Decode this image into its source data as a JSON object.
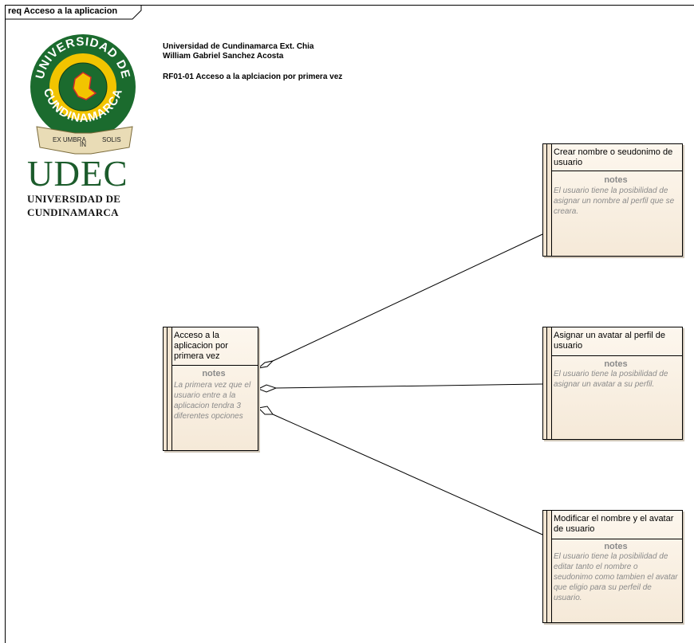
{
  "frame": {
    "label": "req Acceso a la aplicacion"
  },
  "header": {
    "line1": "Universidad de Cundinamarca Ext. Chia",
    "line2": "William Gabriel Sanchez Acosta",
    "line3": "RF01-01 Acceso a la aplciacion por primera vez"
  },
  "logo": {
    "ring_top": "UNIVERSIDAD DE",
    "ring_bottom": "CUNDINAMARCA",
    "ribbon_left": "EX UMBRA",
    "ribbon_mid": "IN",
    "ribbon_right": "SOLIS",
    "wordmark": "UDEC",
    "subtitle_1": "UNIVERSIDAD DE",
    "subtitle_2": "CUNDINAMARCA",
    "colors": {
      "green": "#1b6b2e",
      "yellow": "#f2c400",
      "gold": "#c9a24a"
    }
  },
  "requirements": {
    "acceso": {
      "title": "Acceso a la aplicacion por primera vez",
      "notes_label": "notes",
      "notes": "La primera vez que el usuario entre a la aplicacion tendra 3 diferentes opciones"
    },
    "crear": {
      "title": "Crear nombre o seudonimo de usuario",
      "notes_label": "notes",
      "notes": "El usuario tiene la posibilidad de asignar un nombre al perfil que se creara."
    },
    "avatar": {
      "title": "Asignar un avatar al perfil de usuario",
      "notes_label": "notes",
      "notes": "El usuario tiene la posibilidad de asignar un avatar a su perfil."
    },
    "modificar": {
      "title": "Modificar el nombre y el avatar de usuario",
      "notes_label": "notes",
      "notes": "El usuario tiene la posibilidad de editar tanto el nombre o seudonimo como tambien el avatar que eligio para su perfeil de usuario."
    }
  },
  "connectors": [
    {
      "from": "acceso",
      "to": "crear",
      "type": "aggregation"
    },
    {
      "from": "acceso",
      "to": "avatar",
      "type": "aggregation"
    },
    {
      "from": "acceso",
      "to": "modificar",
      "type": "aggregation"
    }
  ]
}
